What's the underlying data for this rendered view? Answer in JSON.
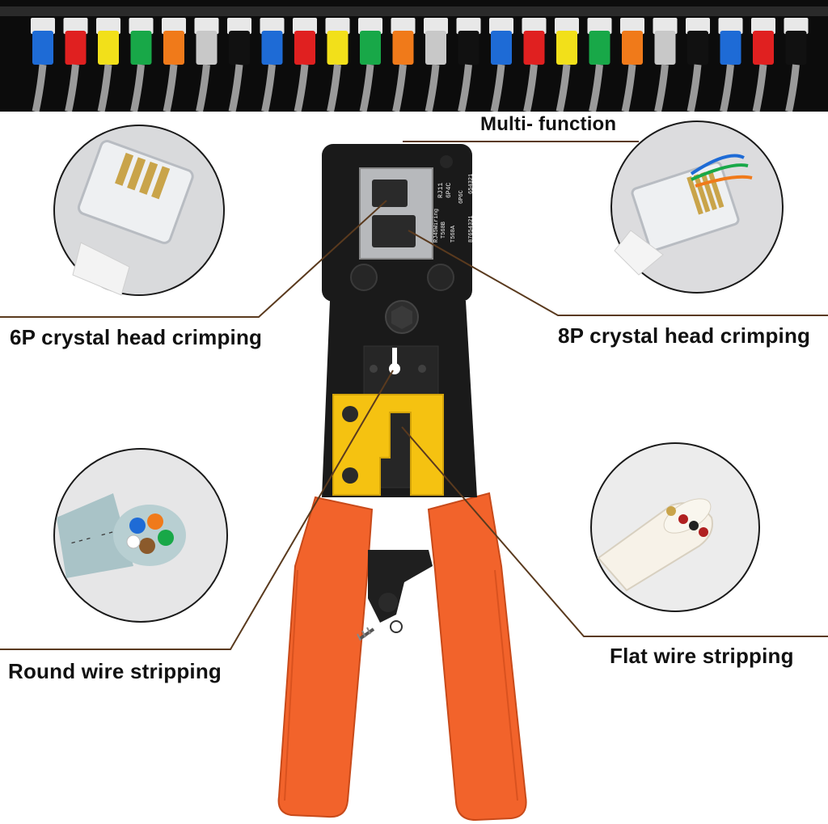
{
  "labels": {
    "multi_function": "Multi- function",
    "crimp_6p": "6P crystal head crimping",
    "crimp_8p": "8P crystal head crimping",
    "round_strip": "Round wire stripping",
    "flat_strip": "Flat wire stripping"
  },
  "tool_die_markings": {
    "lines": [
      "RJ11",
      "6P4C",
      "RJ45Wiring",
      "T568B",
      "T568A",
      "6P6C",
      "87654321",
      "654321"
    ]
  },
  "colors": {
    "panel": "#0c0c0c",
    "handle": "#f2632b",
    "blade_guard": "#f5c211",
    "tool_body": "#1a1a1a",
    "leader_line": "#5a3a1e",
    "cable_colors": [
      "#1e6bd6",
      "#e02020",
      "#f2e01a",
      "#18a848",
      "#f07a1a",
      "#c8c8c8",
      "#111111",
      "#1e6bd6",
      "#e02020",
      "#f2e01a",
      "#18a848",
      "#f07a1a",
      "#c8c8c8",
      "#111111",
      "#1e6bd6",
      "#e02020",
      "#f2e01a",
      "#18a848",
      "#f07a1a",
      "#c8c8c8",
      "#111111",
      "#1e6bd6",
      "#e02020",
      "#111111"
    ]
  }
}
